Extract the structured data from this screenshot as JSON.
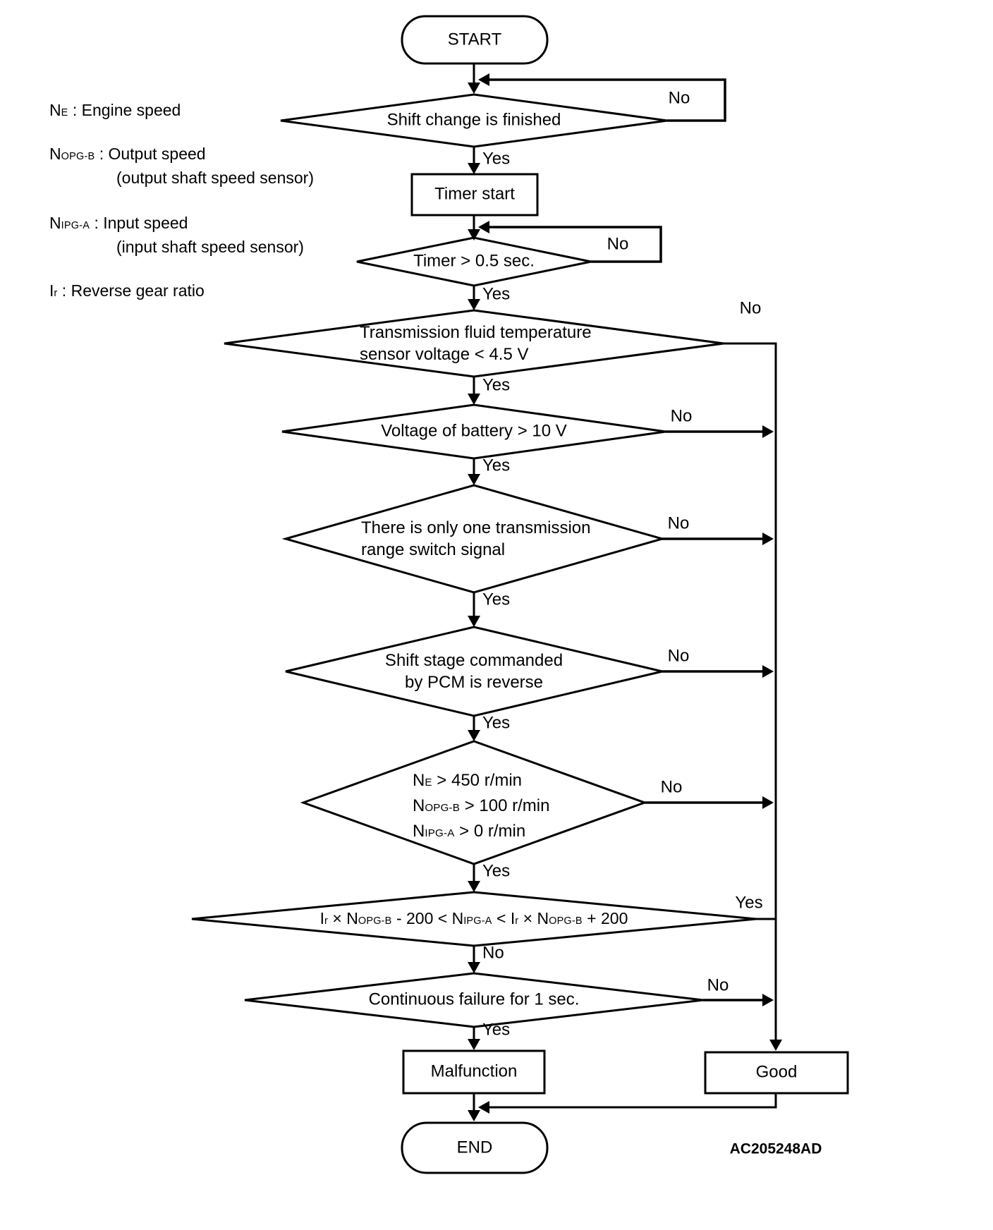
{
  "labels": {
    "yes": "Yes",
    "no": "No"
  },
  "legend": {
    "items": [
      {
        "base": "N",
        "sub": "E",
        "rest": " : Engine speed",
        "line2": ""
      },
      {
        "base": "N",
        "sub": "OPG-B",
        "rest": " : Output speed",
        "line2": "(output shaft speed sensor)"
      },
      {
        "base": "N",
        "sub": "IPG-A",
        "rest": " : Input speed",
        "line2": "(input shaft speed sensor)"
      },
      {
        "base": "I",
        "sub": "r",
        "rest": " : Reverse gear ratio",
        "line2": ""
      }
    ]
  },
  "nodes": {
    "start": "START",
    "d1": "Shift change is finished",
    "timer": "Timer start",
    "d2": "Timer > 0.5 sec.",
    "d3_line1": "Transmission fluid temperature",
    "d3_line2": "sensor voltage < 4.5 V",
    "d4": "Voltage of battery > 10 V",
    "d5_line1": "There is only one transmission",
    "d5_line2": "range switch signal",
    "d6_line1": "Shift stage commanded",
    "d6_line2": "by PCM is reverse",
    "d7": {
      "l1": {
        "base": "N",
        "sub": "E",
        "rest": " > 450 r/min"
      },
      "l2": {
        "base": "N",
        "sub": "OPG-B",
        "rest": " > 100 r/min"
      },
      "l3": {
        "base": "N",
        "sub": "IPG-A",
        "rest": " > 0 r/min"
      }
    },
    "d8": {
      "seg0": "I",
      "seg1": "r",
      "seg2": " × N",
      "seg3": "OPG-B",
      "seg4": " - 200 < N",
      "seg5": "IPG-A",
      "seg6": " < I",
      "seg7": "r",
      "seg8": " × N",
      "seg9": "OPG-B",
      "seg10": " + 200"
    },
    "d9": "Continuous failure for 1 sec.",
    "malfunction": "Malfunction",
    "good": "Good",
    "end": "END"
  },
  "watermark": "AC205248AD"
}
